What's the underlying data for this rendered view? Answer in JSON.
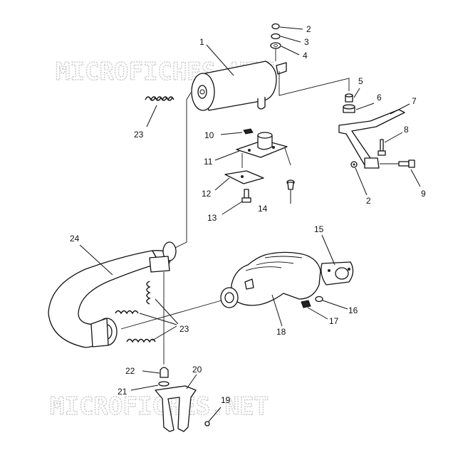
{
  "watermark": {
    "text": "MICROFICHES.NET",
    "color": "#c8c8c8"
  },
  "callouts": {
    "c1": "1",
    "c2a": "2",
    "c2b": "2",
    "c3": "3",
    "c4": "4",
    "c5": "5",
    "c6": "6",
    "c7": "7",
    "c8": "8",
    "c9": "9",
    "c10": "10",
    "c11": "11",
    "c12": "12",
    "c13": "13",
    "c14": "14",
    "c15": "15",
    "c16": "16",
    "c17": "17",
    "c18": "18",
    "c19": "19",
    "c20": "20",
    "c21": "21",
    "c22": "22",
    "c23a": "23",
    "c23b": "23",
    "c24": "24"
  }
}
